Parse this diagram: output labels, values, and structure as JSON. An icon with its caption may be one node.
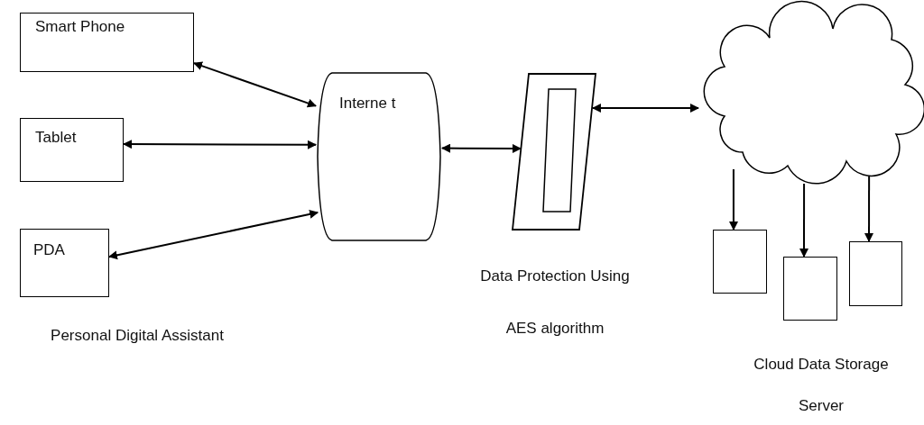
{
  "diagram": {
    "nodes": [
      {
        "text": [
          "Smart Phone"
        ]
      },
      {
        "text": [
          "Tablet"
        ]
      },
      {
        "text": [
          "PDA"
        ],
        "beside": [
          "Personal Digital Assistant"
        ]
      },
      {
        "text": [
          "Interne t"
        ]
      },
      {
        "text": [],
        "shape": "parallelogram",
        "beside": [
          "Data Protection Using AES algorithm"
        ]
      },
      {
        "text": [],
        "shape": "cloud"
      },
      {
        "text": [],
        "shape": "box"
      },
      {
        "text": [],
        "shape": "box"
      },
      {
        "text": [],
        "shape": "box"
      }
    ],
    "edges": [
      {
        "from": 0,
        "to": 3,
        "arrow": "both"
      },
      {
        "from": 1,
        "to": 3,
        "arrow": "both"
      },
      {
        "from": 2,
        "to": 3,
        "arrow": "both"
      },
      {
        "from": 3,
        "to": 4,
        "arrow": "both"
      },
      {
        "from": 4,
        "to": 5,
        "arrow": "both"
      },
      {
        "from": 5,
        "to": 6,
        "arrow": "to"
      },
      {
        "from": 5,
        "to": 7,
        "arrow": "to"
      },
      {
        "from": 5,
        "to": 8,
        "arrow": "to"
      }
    ],
    "labels": [
      "Cloud Data Storage Server"
    ]
  }
}
